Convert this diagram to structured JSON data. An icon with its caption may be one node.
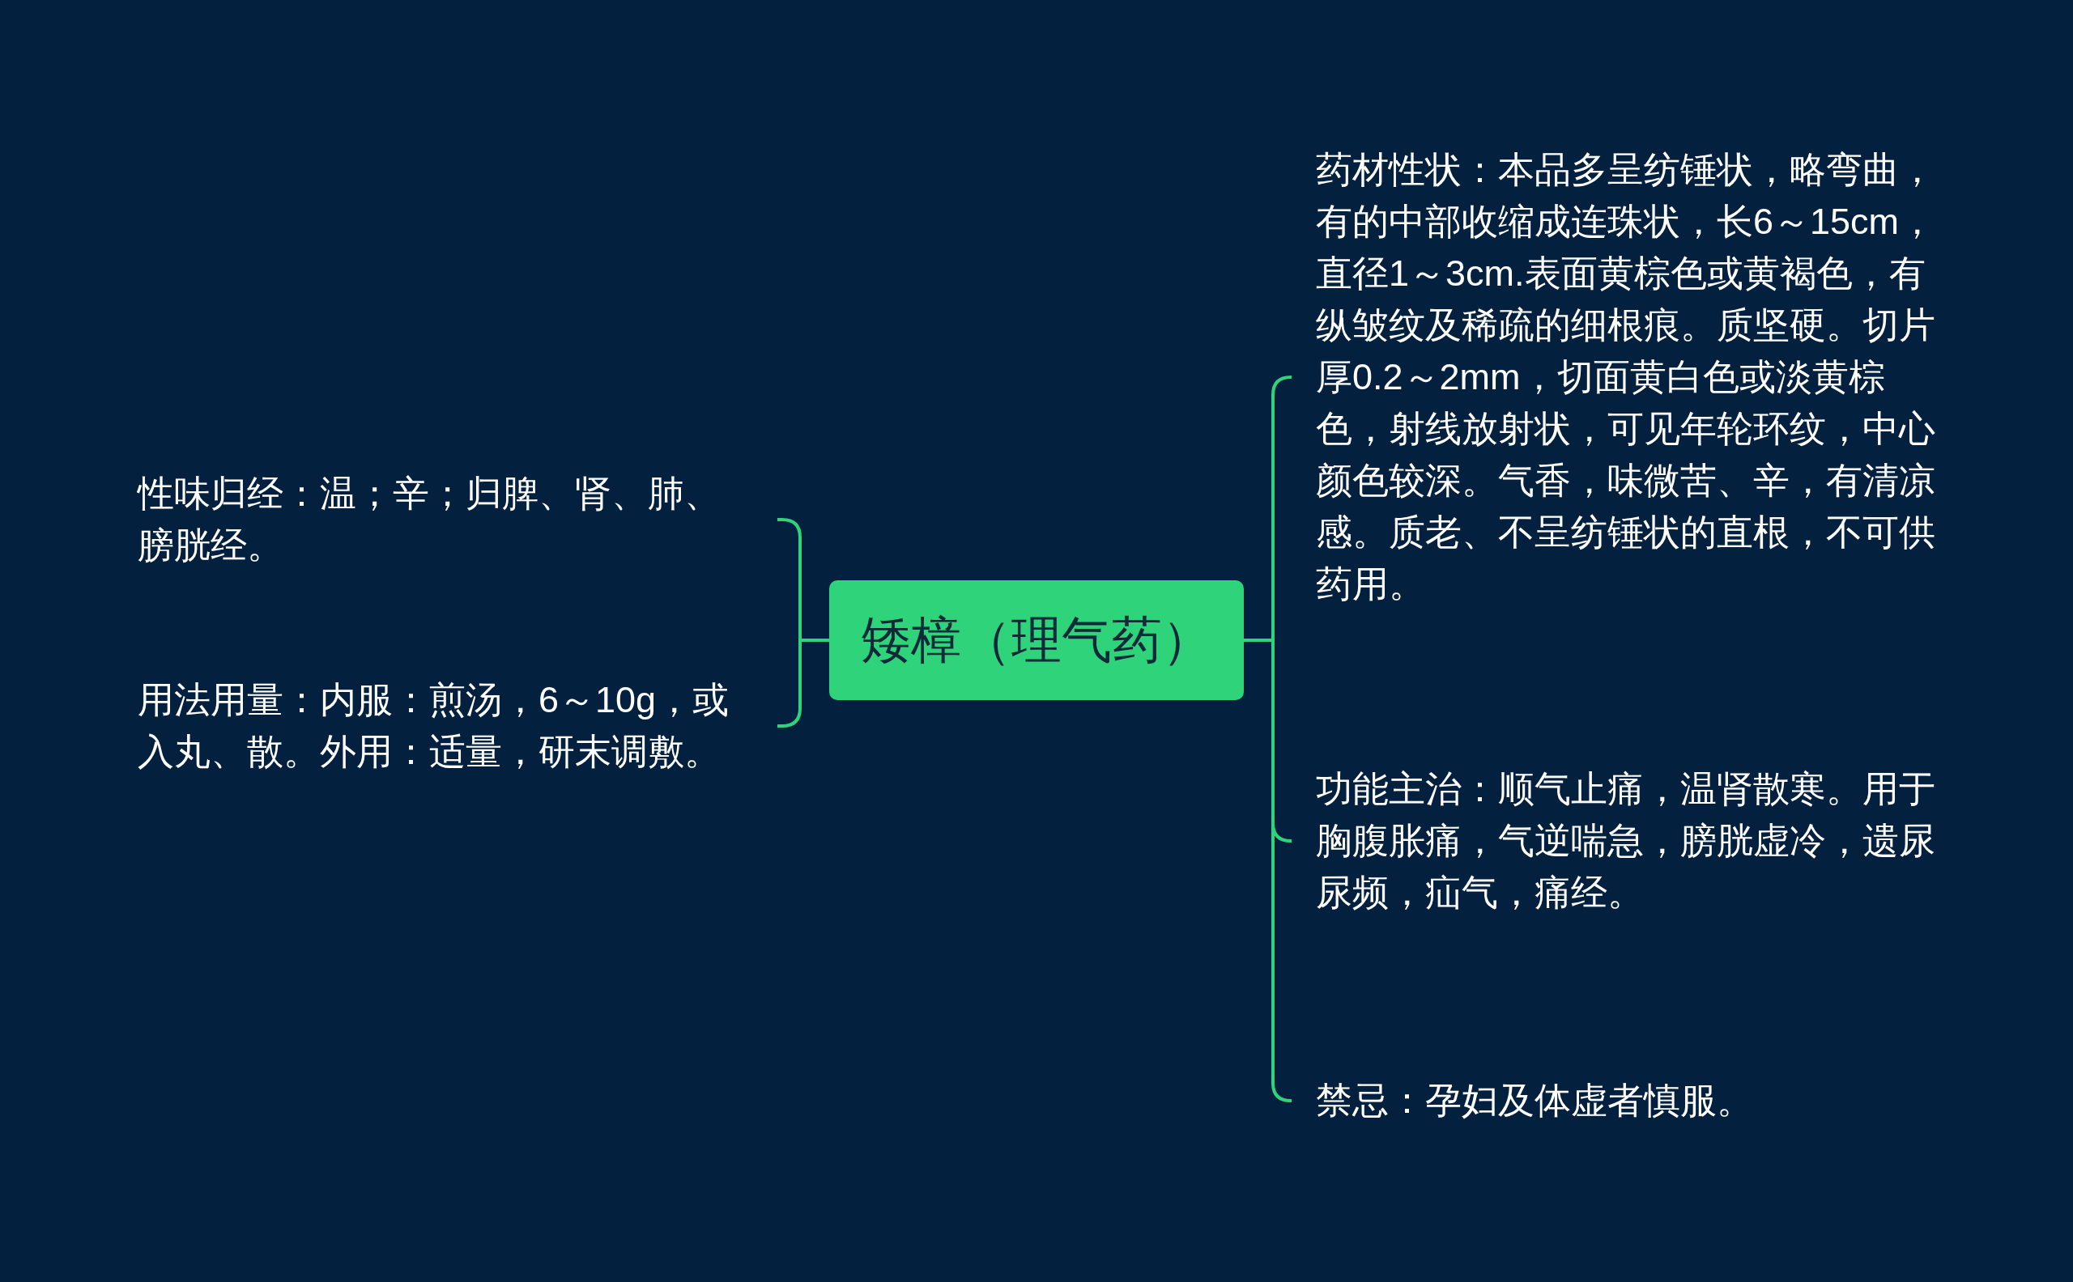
{
  "diagram": {
    "nodes": [
      {
        "text": [
          "矮樟（理气药）"
        ]
      },
      {
        "text": [
          "性味归经：温；辛；归脾、肾、肺、膀胱经。"
        ]
      },
      {
        "text": [
          "用法用量：内服：煎汤，6～10g，或入丸、散。外用：适量，研末调敷。"
        ]
      },
      {
        "text": [
          "药材性状：本品多呈纺锤状，略弯曲，有的中部收缩成连珠状，长6～15cm，直径1～3cm.表面黄棕色或黄褐色，有纵皱纹及稀疏的细根痕。质坚硬。切片厚0.2～2mm，切面黄白色或淡黄棕色，射线放射状，可见年轮环纹，中心颜色较深。气香，味微苦、辛，有清凉感。质老、不呈纺锤状的直根，不可供药用。"
        ]
      },
      {
        "text": [
          "功能主治：顺气止痛，温肾散寒。用于胸腹胀痛，气逆喘急，膀胱虚冷，遗尿尿频，疝气，痛经。"
        ]
      },
      {
        "text": [
          "禁忌：孕妇及体虚者慎服。"
        ]
      }
    ],
    "edges": [
      {
        "from": 0,
        "to": 1,
        "arrow": "none"
      },
      {
        "from": 0,
        "to": 2,
        "arrow": "none"
      },
      {
        "from": 0,
        "to": 3,
        "arrow": "none"
      },
      {
        "from": 0,
        "to": 4,
        "arrow": "none"
      },
      {
        "from": 0,
        "to": 5,
        "arrow": "none"
      }
    ]
  }
}
